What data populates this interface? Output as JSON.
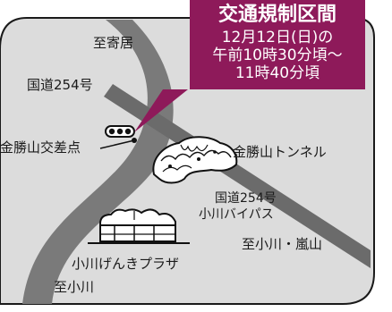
{
  "callout": {
    "title": "交通規制区間",
    "date_line": "12月12日(日)の",
    "time_line_1": "午前10時30分頃～",
    "time_line_2": "11時40分頃",
    "color": "#8e1a5a"
  },
  "map": {
    "labels": {
      "to_yoriki": "至寄居",
      "route254": "国道254号",
      "intersection": "金勝山交差点",
      "tunnel": "金勝山トンネル",
      "bypass_line1": "国道254号",
      "bypass_line2": "小川バイパス",
      "to_ogawa_ranzan": "至小川・嵐山",
      "plaza": "小川げんきプラザ",
      "to_ogawa": "至小川"
    },
    "colors": {
      "map_bg": "#dcdcdc",
      "main_road": "#7a7a7a",
      "bypass_road": "#6b6b6b",
      "text": "#1a1a1a"
    },
    "icons": [
      "traffic-signal-icon",
      "mountain-tunnel-icon",
      "plaza-building-icon"
    ]
  }
}
